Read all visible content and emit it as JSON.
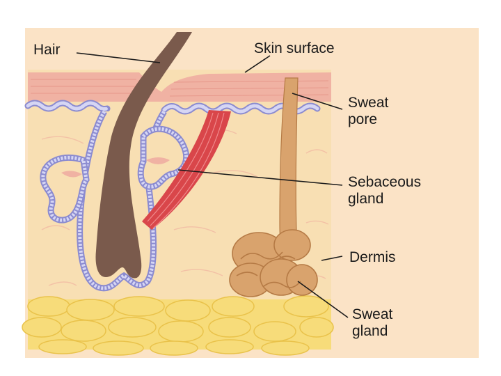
{
  "diagram": {
    "labels": {
      "hair": "Hair",
      "skin_surface": "Skin surface",
      "sweat_pore_1": "Sweat",
      "sweat_pore_2": "pore",
      "sebaceous_gland_1": "Sebaceous",
      "sebaceous_gland_2": "gland",
      "dermis": "Dermis",
      "sweat_gland_1": "Sweat",
      "sweat_gland_2": "gland"
    },
    "colors": {
      "panel_background": "#fbe3c6",
      "epidermis": "#f0b2a3",
      "dermis": "#f8dfb3",
      "basal_membrane": "#b4b4e4",
      "hair_shaft": "#7a5a4c",
      "arrector_muscle": "#d9464a",
      "sweat_duct": "#d9a36d",
      "subcutaneous_fat": "#f7dc7a"
    }
  }
}
